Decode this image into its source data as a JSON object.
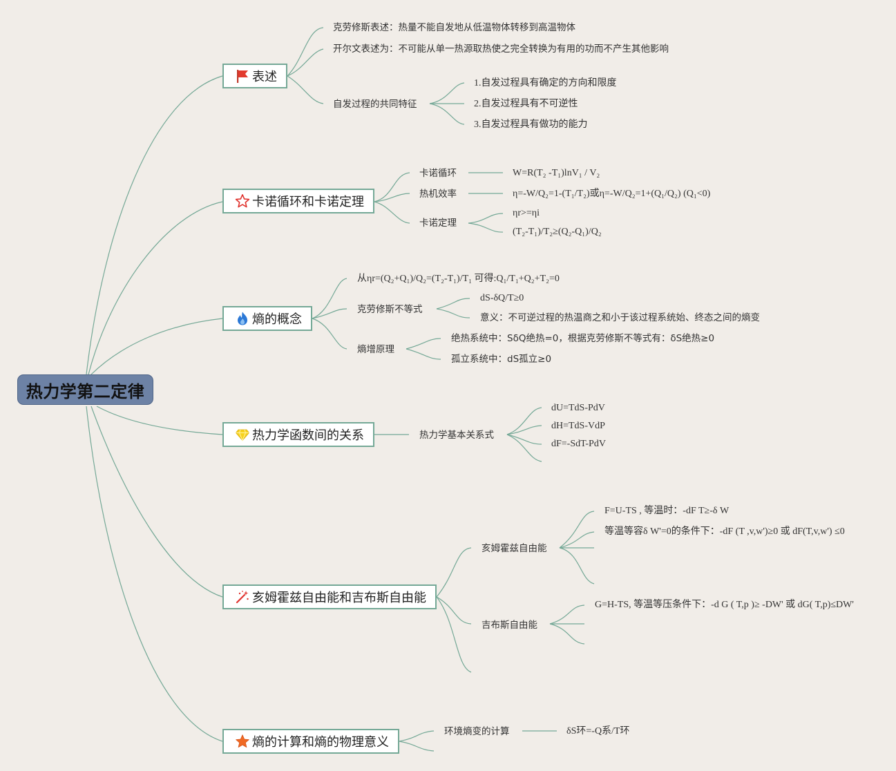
{
  "root": "热力学第二定律",
  "branches": {
    "statement": {
      "label": "表述",
      "icon": "red-flag-icon",
      "items": {
        "clausius": "克劳修斯表述：热量不能自发地从低温物体转移到高温物体",
        "kelvin": "开尔文表述为：不可能从单一热源取热使之完全转换为有用的功而不产生其他影响",
        "spontaneous": "自发过程的共同特征",
        "features": [
          "1.自发过程具有确定的方向和限度",
          "2.自发过程具有不可逆性",
          "3.自发过程具有做功的能力"
        ]
      }
    },
    "carnot": {
      "label": "卡诺循环和卡诺定理",
      "icon": "star-outline-icon",
      "cycle": "卡诺循环",
      "cycle_formula": "W=R(T₂ -T₁)lnV₁ / V₂",
      "efficiency": "热机效率",
      "efficiency_formula": "η=-W/Q₂=1-(T₁/T₂)或η=-W/Q₂=1+(Q₁/Q₂) (Q₁<0)",
      "theorem": "卡诺定理",
      "theorem_items": [
        "ηr>=ηi",
        "(T₂-T₁)/T₂≥(Q₂-Q₁)/Q₂"
      ]
    },
    "entropy": {
      "label": "熵的概念",
      "icon": "flame-icon",
      "derivation": "从ηr=(Q₂+Q₁)/Q₂=(T₂-T₁)/T₁ 可得:Q₁/T₁+Q₂+T₂=0",
      "clausius_inequality": "克劳修斯不等式",
      "inequality_items": [
        "dS-δQ/T≥0",
        "意义：不可逆过程的热温商之和小于该过程系统始、终态之间的熵变"
      ],
      "increase": "熵增原理",
      "increase_items": [
        "绝热系统中：SδQ绝热=0，根据克劳修斯不等式有：δS绝热≥0",
        "孤立系统中：dS孤立≥0"
      ]
    },
    "functions": {
      "label": "热力学函数间的关系",
      "icon": "diamond-icon",
      "basic": "热力学基本关系式",
      "relations": [
        "dU=TdS-PdV",
        "dH=TdS-VdP",
        "dF=-SdT-PdV"
      ]
    },
    "free_energy": {
      "label": "亥姆霍兹自由能和吉布斯自由能",
      "icon": "magic-wand-icon",
      "helmholtz": "亥姆霍兹自由能",
      "helmholtz_items": [
        "F=U-TS , 等温时：-dF T≥-δ W",
        "等温等容δ W'=0的条件下：-dF (T ,v,w')≥0 或 dF(T,v,w')  ≤0"
      ],
      "gibbs": "吉布斯自由能",
      "gibbs_items": [
        "G=H-TS, 等温等压条件下：-d G ( T,p )≥ -DW' 或 dG( T,p)≤DW'"
      ]
    },
    "calc": {
      "label": "熵的计算和熵的物理意义",
      "icon": "orange-star-icon",
      "env": "环境熵变的计算",
      "env_formula": "δS环=-Q系/T环"
    }
  },
  "colors": {
    "background": "#f1ede8",
    "root_fill": "#6d82a5",
    "branch_border": "#74a896",
    "link": "#74a896"
  }
}
